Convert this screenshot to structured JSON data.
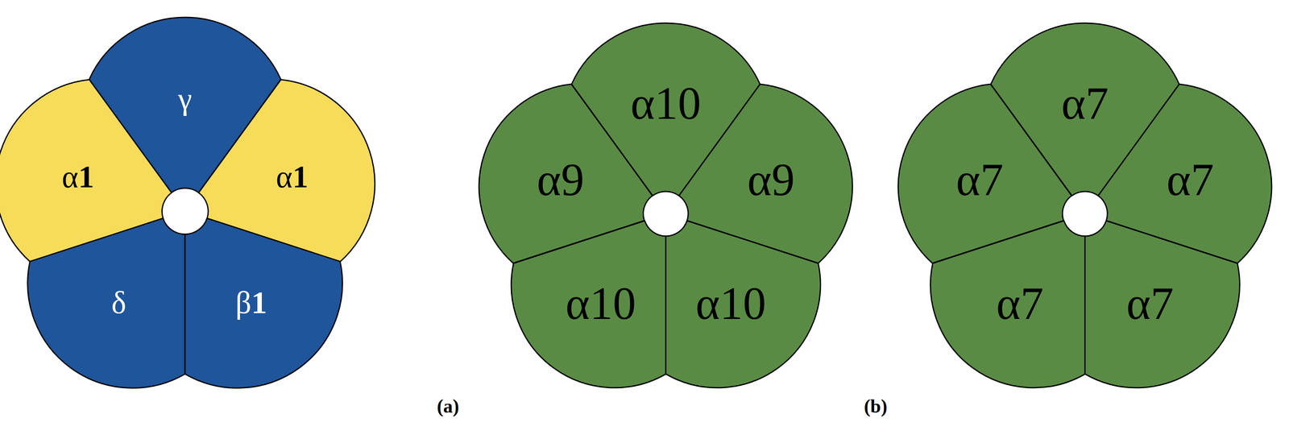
{
  "diagram": {
    "nodes": [
      {
        "text": [
          "γ"
        ]
      },
      {
        "text": [
          "α1"
        ]
      },
      {
        "text": [
          "α1"
        ]
      },
      {
        "text": [
          "δ"
        ]
      },
      {
        "text": [
          "β1"
        ]
      },
      {
        "text": [
          "α10"
        ]
      },
      {
        "text": [
          "α9"
        ]
      },
      {
        "text": [
          "α9"
        ]
      },
      {
        "text": [
          "α10"
        ]
      },
      {
        "text": [
          "α10"
        ]
      },
      {
        "text": [
          "α7"
        ]
      },
      {
        "text": [
          "α7"
        ]
      },
      {
        "text": [
          "α7"
        ]
      },
      {
        "text": [
          "α7"
        ]
      },
      {
        "text": [
          "α7"
        ]
      }
    ],
    "labels": [
      "(a)",
      "(b)"
    ]
  }
}
